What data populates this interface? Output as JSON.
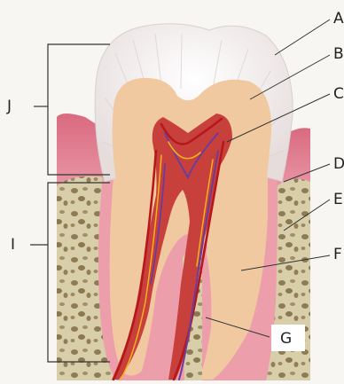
{
  "labels": {
    "A": "A",
    "B": "B",
    "C": "C",
    "D": "D",
    "E": "E",
    "F": "F",
    "G": "G",
    "I": "I",
    "J": "J"
  },
  "colors": {
    "background": "#f7f6f2",
    "bone": "#d9ceaa",
    "gum": "#e88a9a",
    "enamel": "#f2eeee",
    "dentin": "#f1c9a0",
    "pulp": "#c8403c",
    "vessel_red": "#b6171b",
    "vessel_blue": "#6a3d9b",
    "nerve": "#f2b21a"
  }
}
